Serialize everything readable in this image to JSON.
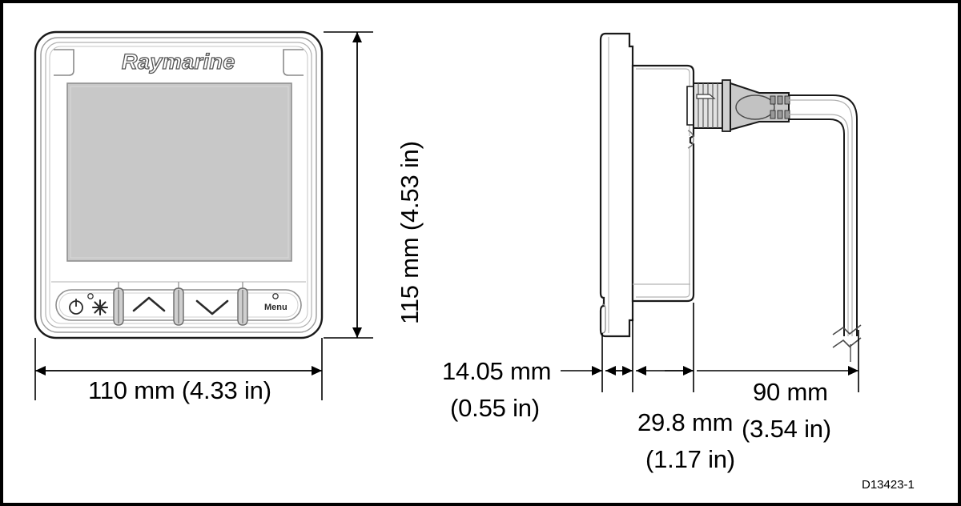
{
  "document": {
    "type": "technical-dimension-drawing",
    "drawing_reference": "D13423-1",
    "product_brand": "Raymarine"
  },
  "front_view": {
    "name": "front-view",
    "brand_logo": "Raymarine",
    "display_screen": {
      "label": "lcd-screen",
      "color": "#c8c8c8"
    },
    "buttons": [
      {
        "id": "power-brightness",
        "icons": [
          "power-icon",
          "brightness-icon"
        ],
        "label": ""
      },
      {
        "id": "up",
        "icons": [
          "chevron-up-icon"
        ],
        "label": ""
      },
      {
        "id": "down",
        "icons": [
          "chevron-down-icon"
        ],
        "label": ""
      },
      {
        "id": "menu",
        "icons": [
          "led-indicator-icon"
        ],
        "label": "Menu"
      }
    ]
  },
  "side_view": {
    "name": "side-view",
    "parts": [
      "front-bezel",
      "instrument-body",
      "threaded-connector",
      "cable-connector-grip",
      "cable",
      "cable-break-symbol"
    ]
  },
  "dimensions": {
    "width": {
      "name": "overall-width",
      "mm": "110 mm",
      "inch": "(4.33 in)",
      "full": "110 mm (4.33 in)"
    },
    "height": {
      "name": "overall-height",
      "mm": "115 mm",
      "inch": "(4.53 in)",
      "full": "115 mm (4.53 in)"
    },
    "bezel_depth": {
      "name": "bezel-depth",
      "line1": "14.05 mm",
      "line2": "(0.55 in)"
    },
    "body_depth": {
      "name": "body-depth",
      "line1": "29.8 mm",
      "line2": "(1.17 in)"
    },
    "cable_clearance": {
      "name": "cable-clearance",
      "line1": "90 mm",
      "line2": "(3.54 in)"
    }
  },
  "colors": {
    "outline": "#1a1a1a",
    "light_outline": "#808080",
    "screen_fill": "#c8c8c8",
    "connector_fill": "#bfbfbf",
    "dimension_line": "#000000",
    "border": "#000000"
  }
}
